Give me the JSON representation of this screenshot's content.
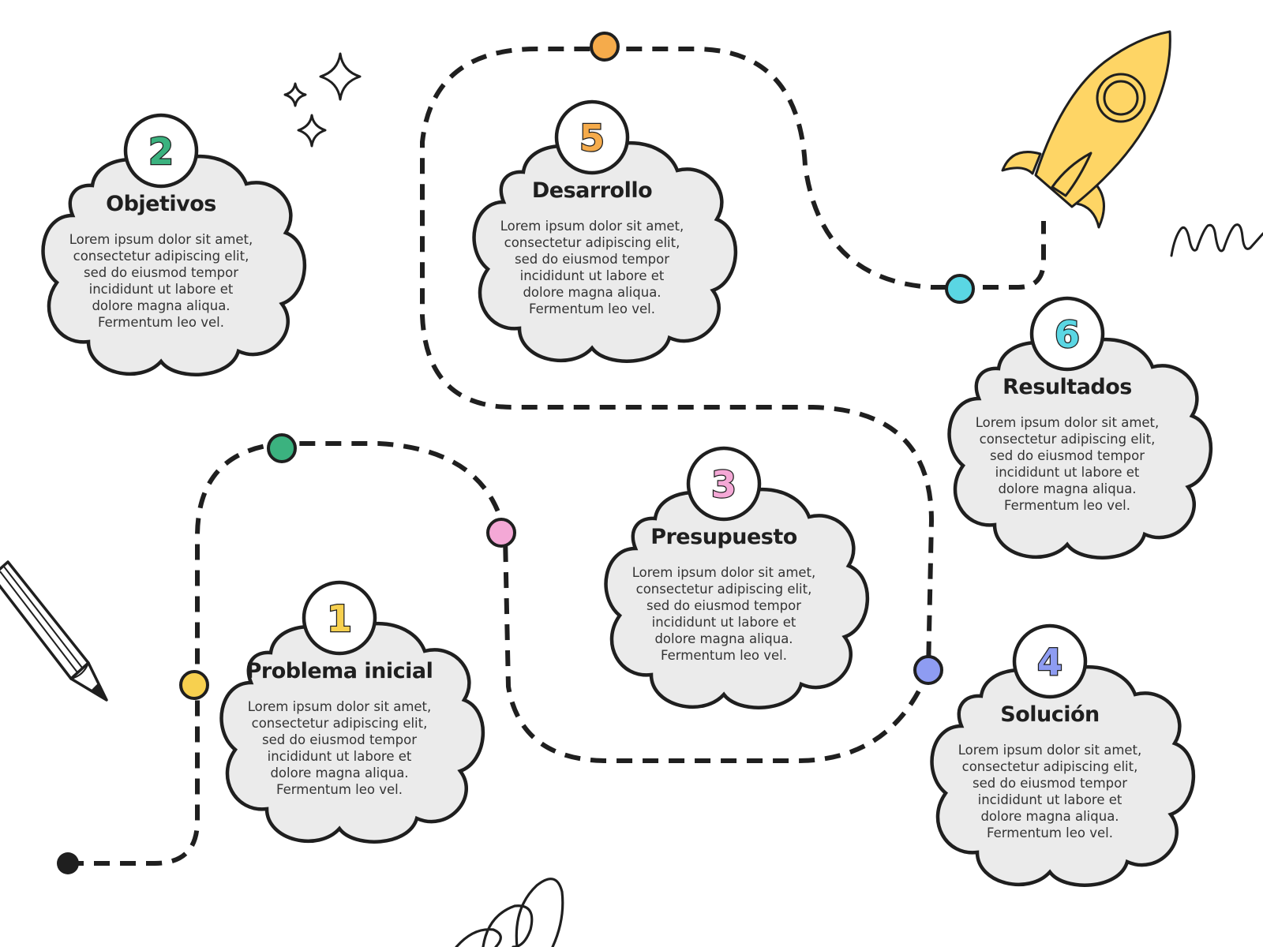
{
  "colors": {
    "ink": "#1f1f1f",
    "cloud_fill": "#ebebeb",
    "green": "#3bb27f",
    "pink": "#f4a8d6",
    "yellow": "#f7d04f",
    "blue": "#8e9cf2",
    "orange": "#f5ab4b",
    "cyan": "#5ad6e3",
    "rocket": "#fed565"
  },
  "steps": [
    {
      "number": "1",
      "title": "Problema inicial",
      "color": "#f7d04f",
      "text": [
        "Lorem ipsum dolor sit amet,",
        "consectetur adipiscing elit,",
        "sed do eiusmod tempor",
        "incididunt ut labore et",
        "dolore magna aliqua.",
        "Fermentum leo vel."
      ]
    },
    {
      "number": "2",
      "title": "Objetivos",
      "color": "#3bb27f",
      "text": [
        "Lorem ipsum dolor sit amet,",
        "consectetur adipiscing elit,",
        "sed do eiusmod tempor",
        "incididunt ut labore et",
        "dolore magna aliqua.",
        "Fermentum leo vel."
      ]
    },
    {
      "number": "3",
      "title": "Presupuesto",
      "color": "#f4a8d6",
      "text": [
        "Lorem ipsum dolor sit amet,",
        "consectetur adipiscing elit,",
        "sed do eiusmod tempor",
        "incididunt ut labore et",
        "dolore magna aliqua.",
        "Fermentum leo vel."
      ]
    },
    {
      "number": "4",
      "title": "Solución",
      "color": "#8e9cf2",
      "text": [
        "Lorem ipsum dolor sit amet,",
        "consectetur adipiscing elit,",
        "sed do eiusmod tempor",
        "incididunt ut labore et",
        "dolore magna aliqua.",
        "Fermentum leo vel."
      ]
    },
    {
      "number": "5",
      "title": "Desarrollo",
      "color": "#f5ab4b",
      "text": [
        "Lorem ipsum dolor sit amet,",
        "consectetur adipiscing elit,",
        "sed do eiusmod tempor",
        "incididunt ut labore et",
        "dolore magna aliqua.",
        "Fermentum leo vel."
      ]
    },
    {
      "number": "6",
      "title": "Resultados",
      "color": "#5ad6e3",
      "text": [
        "Lorem ipsum dolor sit amet,",
        "consectetur adipiscing elit,",
        "sed do eiusmod tempor",
        "incididunt ut labore et",
        "dolore magna aliqua.",
        "Fermentum leo vel."
      ]
    }
  ],
  "decorations": {
    "icons": [
      "pencil-icon",
      "rocket-icon",
      "sparkles-icon",
      "zigzag-icon",
      "scribble-loop-icon"
    ]
  }
}
